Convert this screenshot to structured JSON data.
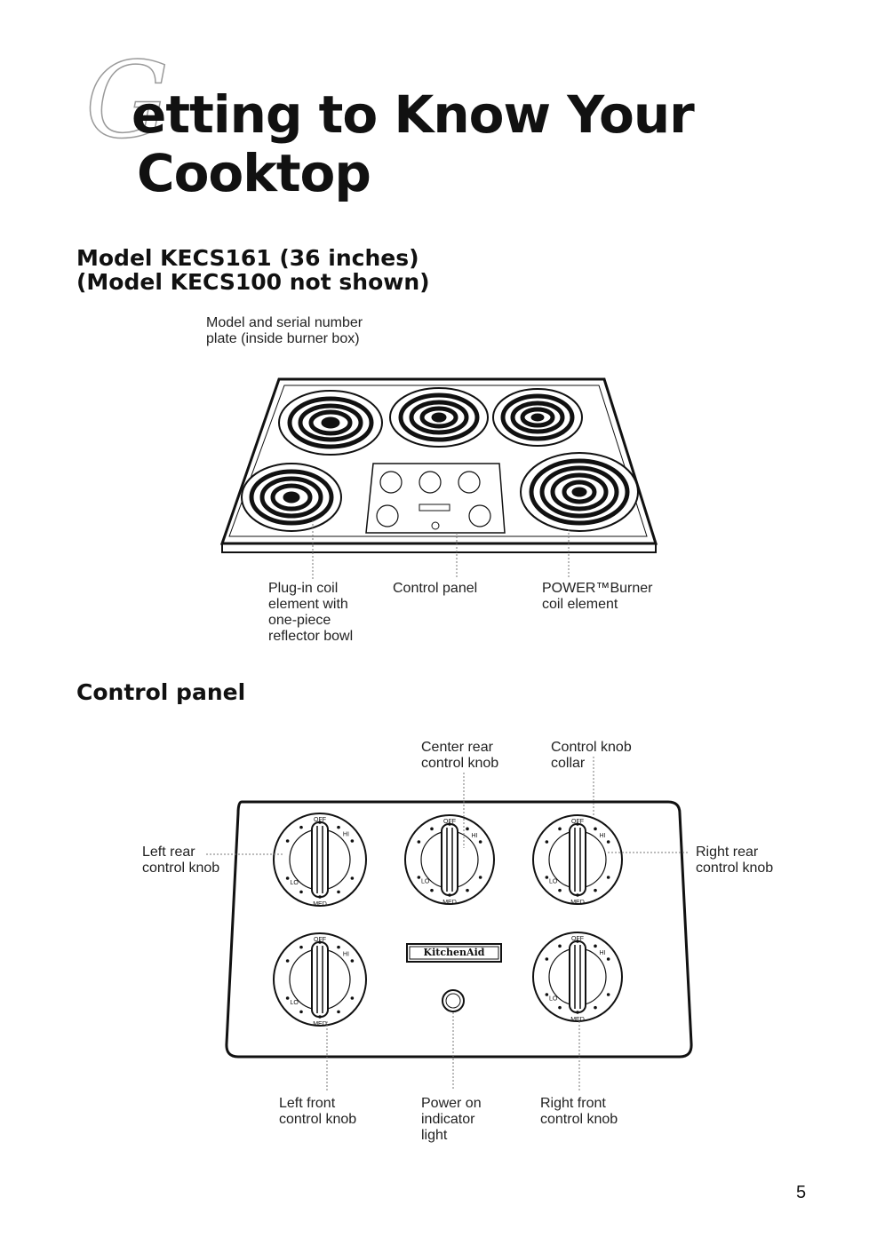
{
  "title": {
    "cap_letter": "G",
    "line1": "etting to Know Your",
    "line2": "Cooktop"
  },
  "model_section": {
    "heading_line1": "Model KECS161 (36 inches)",
    "heading_line2": "(Model KECS100 not shown)",
    "serial_label_line1": "Model and serial number",
    "serial_label_line2": "plate (inside burner box)",
    "callouts": {
      "plugin_coil": [
        "Plug-in coil",
        "element with",
        "one-piece",
        "reflector bowl"
      ],
      "control_panel": [
        "Control panel"
      ],
      "power_burner": [
        "POWER™Burner",
        "coil element"
      ]
    }
  },
  "control_panel_section": {
    "heading": "Control panel",
    "callouts": {
      "center_rear": [
        "Center rear",
        "control knob"
      ],
      "knob_collar": [
        "Control knob",
        "collar"
      ],
      "left_rear": [
        "Left rear",
        "control knob"
      ],
      "right_rear": [
        "Right rear",
        "control knob"
      ],
      "left_front": [
        "Left front",
        "control knob"
      ],
      "power_on": [
        "Power on",
        "indicator",
        "light"
      ],
      "right_front": [
        "Right front",
        "control knob"
      ]
    },
    "brand": "KitchenAid",
    "knob_marks": {
      "off": "OFF",
      "hi": "HI",
      "lo": "LO",
      "med": "MED"
    }
  },
  "page_number": "5"
}
